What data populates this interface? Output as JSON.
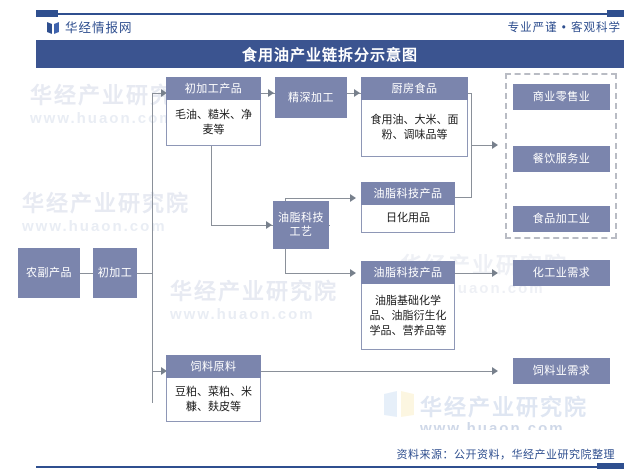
{
  "header": {
    "brand": "华经情报网",
    "tagline": "专业严谨 • 客观科学",
    "logo_icon": "book-logo-icon"
  },
  "title": "食用油产业链拆分示意图",
  "watermark": {
    "text_cn": "华经产业研究院",
    "text_url": "www.huaon.com"
  },
  "footer": {
    "source": "资料来源：公开资料，华经产业研究院整理"
  },
  "colors": {
    "brand_blue": "#2f4f8f",
    "title_band": "#3b5490",
    "node_fill": "#7b85ad",
    "node_border": "#8e97b6",
    "line": "#8a9099",
    "dash_border": "#b9bcc4"
  },
  "diagram": {
    "nodes": [
      {
        "id": "n1",
        "header": "农副产品",
        "body": ""
      },
      {
        "id": "n2",
        "header": "初加工",
        "body": ""
      },
      {
        "id": "n3",
        "header": "初加工产品",
        "body": "毛油、糙米、净麦等"
      },
      {
        "id": "n4",
        "header": "精深加工",
        "body": ""
      },
      {
        "id": "n5",
        "header": "厨房食品",
        "body": "食用油、大米、面粉、调味品等"
      },
      {
        "id": "n6",
        "header": "油脂科技工艺",
        "body": ""
      },
      {
        "id": "n7",
        "header": "油脂科技产品",
        "body": "日化用品"
      },
      {
        "id": "n8",
        "header": "油脂科技产品",
        "body": "油脂基础化学品、油脂衍生化学品、营养品等"
      },
      {
        "id": "n9",
        "header": "饲料原料",
        "body": "豆粕、菜粕、米糠、麸皮等"
      },
      {
        "id": "n10",
        "header": "商业零售业",
        "body": ""
      },
      {
        "id": "n11",
        "header": "餐饮服务业",
        "body": ""
      },
      {
        "id": "n12",
        "header": "食品加工业",
        "body": ""
      },
      {
        "id": "n13",
        "header": "化工业需求",
        "body": ""
      },
      {
        "id": "n14",
        "header": "饲料业需求",
        "body": ""
      }
    ]
  }
}
